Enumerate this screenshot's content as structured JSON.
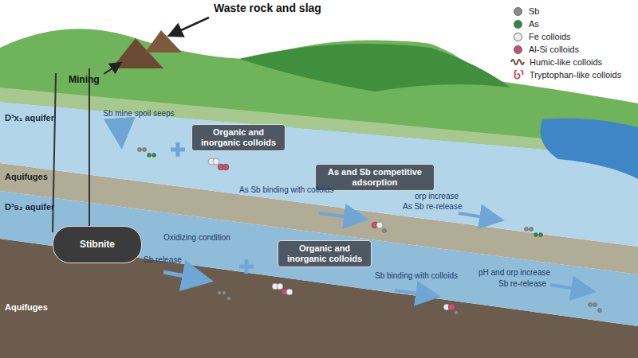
{
  "diagram": {
    "nodes": [
      {
        "text": [
          "Organic and inorganic colloids"
        ]
      },
      {
        "text": [
          "As and Sb competitive adsorption"
        ]
      },
      {
        "text": [
          "Stibnite"
        ]
      },
      {
        "text": [
          "Organic and inorganic colloids"
        ]
      }
    ],
    "labels": [
      "Waste rock and slag",
      "Mining",
      "D³x₁ aquifer",
      "Aquifuges",
      "D³s₂ aquifer",
      "Aquifuges",
      "Sb mine spoil seeps",
      "As Sb binding with colloids",
      "orp increase",
      "As Sb re-release",
      "Oxidizing condition",
      "Sb release",
      "Sb binding with colloids",
      "pH and orp increase",
      "Sb re-release"
    ],
    "legend": [
      {
        "text": "Sb",
        "color": "#8a8a8a"
      },
      {
        "text": "As",
        "color": "#2e8b3a"
      },
      {
        "text": "Fe colloids",
        "color": "#eeeeee"
      },
      {
        "text": "Al-Si colloids",
        "color": "#c8506a"
      },
      {
        "text": "Humic-like colloids"
      },
      {
        "text": "Tryptophan-like colloids"
      }
    ]
  }
}
